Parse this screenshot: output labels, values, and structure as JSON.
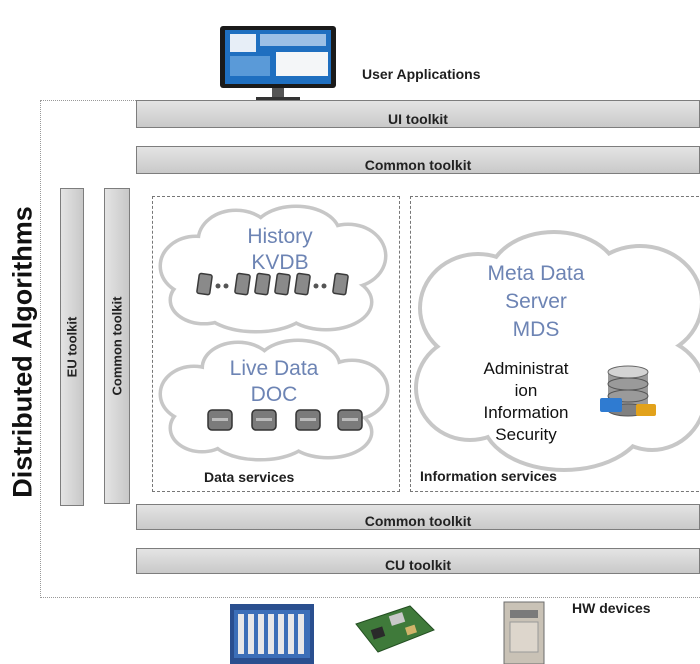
{
  "side_title": "Distributed Algorithms",
  "user_apps": "User Applications",
  "ui_toolkit": "UI toolkit",
  "common_top": "Common toolkit",
  "eu_toolkit": "EU toolkit",
  "common_side": "Common toolkit",
  "history_line1": "History",
  "history_line2": "KVDB",
  "live_line1": "Live Data",
  "live_line2": "DOC",
  "data_services": "Data services",
  "meta_line1": "Meta Data",
  "meta_line2": "Server",
  "meta_line3": "MDS",
  "admin_line1": "Administrat",
  "admin_line2": "ion",
  "admin_line3": "Information",
  "admin_line4": "Security",
  "info_services": "Information services",
  "common_bottom": "Common toolkit",
  "cu_toolkit": "CU toolkit",
  "hw_devices": "HW devices",
  "colors": {
    "cloud_text": "#6d84b4",
    "bar_fill": "#d6d6d6",
    "monitor": "#1f6fc0"
  }
}
